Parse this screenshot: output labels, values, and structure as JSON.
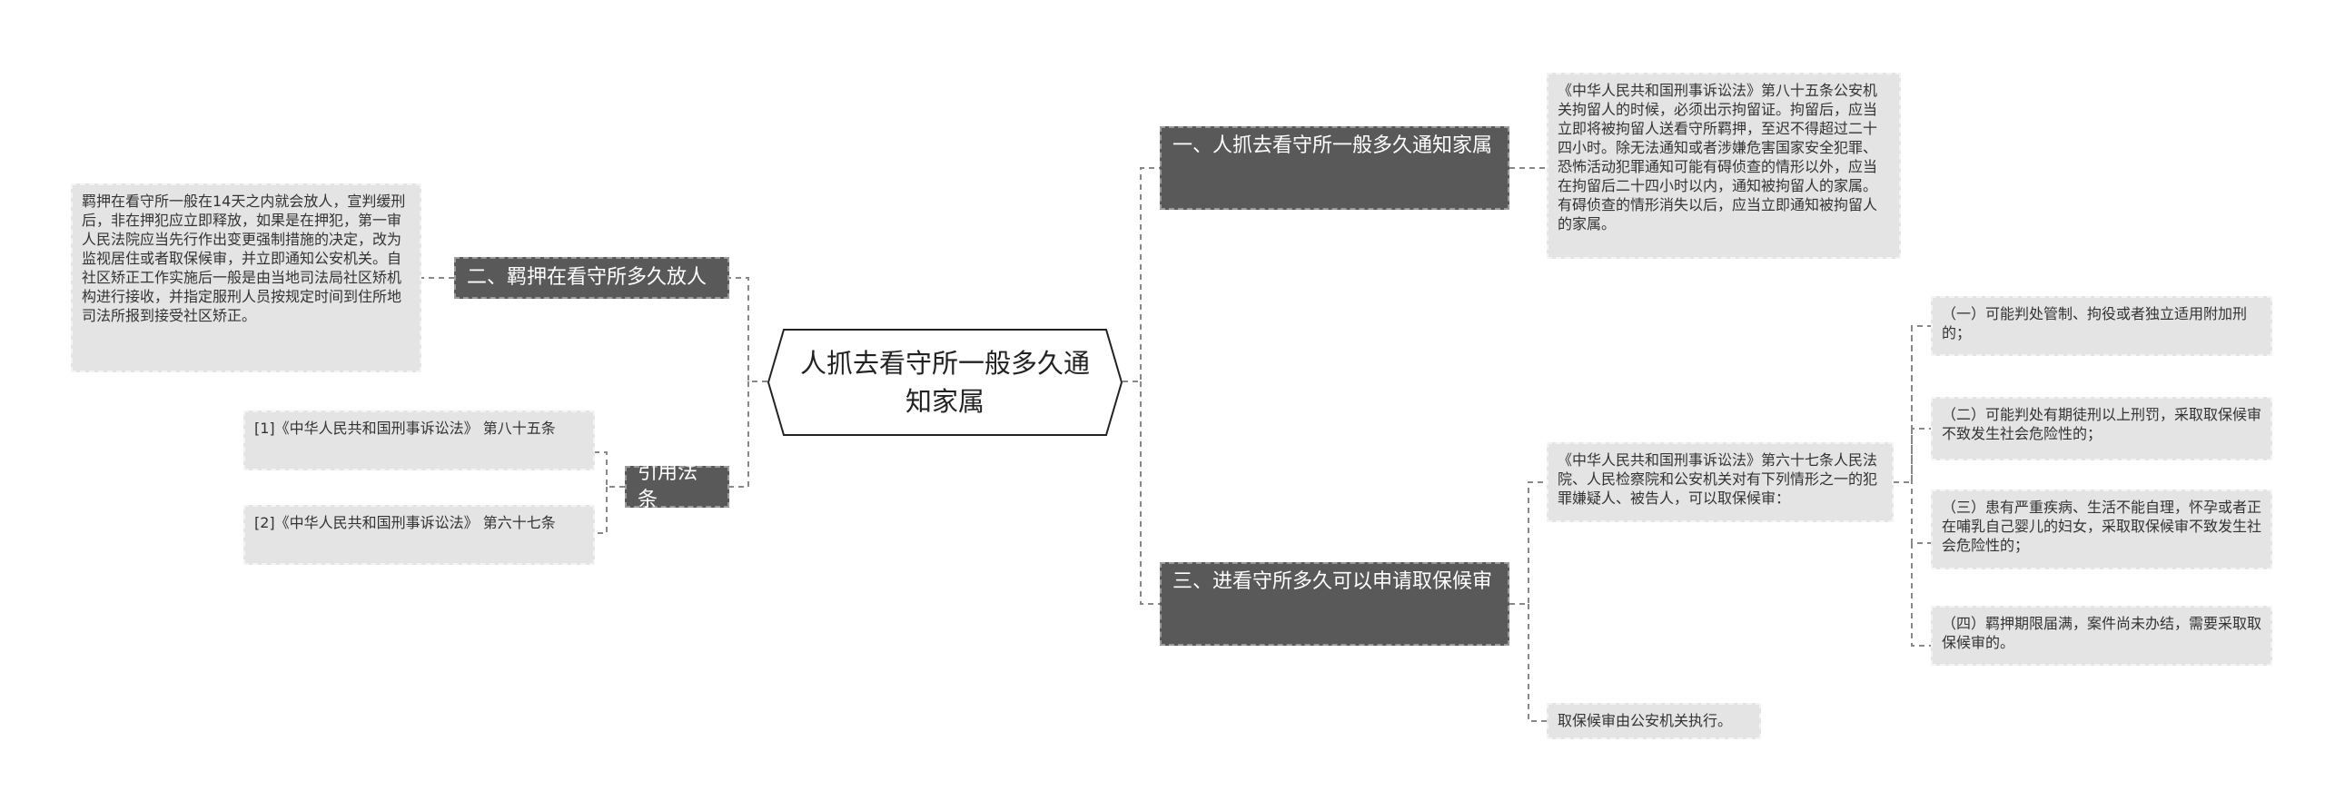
{
  "root": {
    "title": "人抓去看守所一般多久通知家属"
  },
  "branches": {
    "b1": {
      "label": "一、人抓去看守所一般多久通知家属",
      "detail": "《中华人民共和国刑事诉讼法》第八十五条公安机关拘留人的时候，必须出示拘留证。拘留后，应当立即将被拘留人送看守所羁押，至迟不得超过二十四小时。除无法通知或者涉嫌危害国家安全犯罪、恐怖活动犯罪通知可能有碍侦查的情形以外，应当在拘留后二十四小时以内，通知被拘留人的家属。有碍侦查的情形消失以后，应当立即通知被拘留人的家属。"
    },
    "b2": {
      "label": "二、羁押在看守所多久放人",
      "detail": "羁押在看守所一般在14天之内就会放人，宣判缓刑后，非在押犯应立即释放，如果是在押犯，第一审人民法院应当先行作出变更强制措施的决定，改为监视居住或者取保候审，并立即通知公安机关。自社区矫正工作实施后一般是由当地司法局社区矫机构进行接收，并指定服刑人员按规定时间到住所地司法所报到接受社区矫正。"
    },
    "b3": {
      "label": "三、进看守所多久可以申请取保候审",
      "detail": "《中华人民共和国刑事诉讼法》第六十七条人民法院、人民检察院和公安机关对有下列情形之一的犯罪嫌疑人、被告人，可以取保候审：",
      "items": [
        "（一）可能判处管制、拘役或者独立适用附加刑的；",
        "（二）可能判处有期徒刑以上刑罚，采取取保候审不致发生社会危险性的；",
        "（三）患有严重疾病、生活不能自理，怀孕或者正在哺乳自己婴儿的妇女，采取取保候审不致发生社会危险性的；",
        "（四）羁押期限届满，案件尚未办结，需要采取取保候审的。"
      ],
      "extra": "取保候审由公安机关执行。"
    },
    "b4": {
      "label": "引用法条",
      "refs": [
        "[1]《中华人民共和国刑事诉讼法》 第八十五条",
        "[2]《中华人民共和国刑事诉讼法》 第六十七条"
      ]
    }
  },
  "colors": {
    "branch_bg": "#595959",
    "leaf_bg": "#e4e4e4",
    "connector": "#888888",
    "root_border": "#222222"
  }
}
